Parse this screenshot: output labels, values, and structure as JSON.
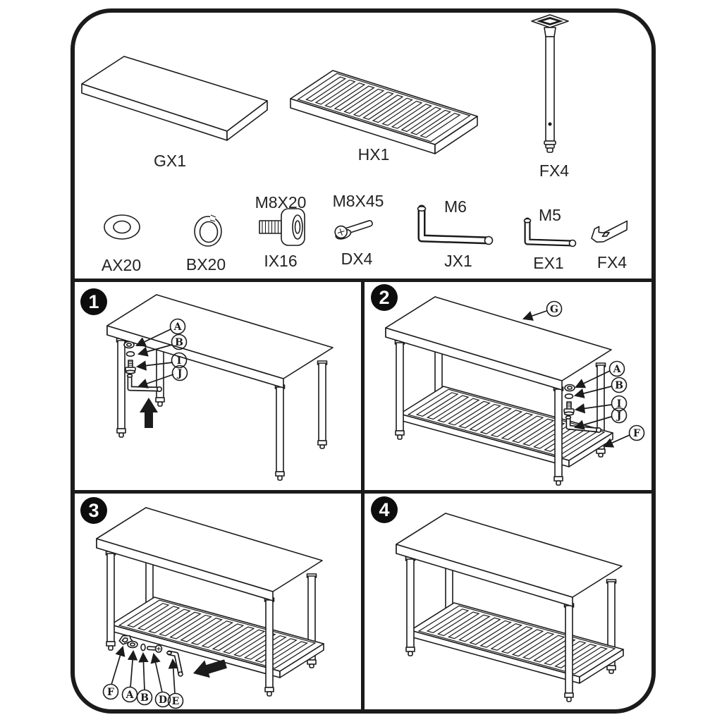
{
  "frame": {
    "stroke": "#1b1b1b",
    "background": "#ffffff"
  },
  "parts_top": [
    {
      "label": "GX1",
      "icon": "tabletop-panel"
    },
    {
      "label": "HX1",
      "icon": "slatted-shelf"
    },
    {
      "label": "FX4",
      "icon": "table-leg"
    }
  ],
  "hardware": [
    {
      "label": "AX20",
      "spec": "",
      "icon": "flat-washer"
    },
    {
      "label": "BX20",
      "spec": "",
      "icon": "spring-washer"
    },
    {
      "label": "IX16",
      "spec": "M8X20",
      "icon": "hex-socket-bolt"
    },
    {
      "label": "DX4",
      "spec": "M8X45",
      "icon": "phillips-bolt"
    },
    {
      "label": "JX1",
      "spec": "M6",
      "icon": "allen-key"
    },
    {
      "label": "EX1",
      "spec": "M5",
      "icon": "allen-key"
    },
    {
      "label": "FX4",
      "spec": "",
      "icon": "wrench"
    }
  ],
  "steps": [
    {
      "number": "1",
      "callouts": {
        "a": "A",
        "b": "B",
        "i": "I",
        "j": "J"
      }
    },
    {
      "number": "2",
      "callouts": {
        "g": "G",
        "a": "A",
        "b": "B",
        "i": "I",
        "j": "J",
        "f": "F"
      }
    },
    {
      "number": "3",
      "callouts": {
        "f": "F",
        "a": "A",
        "b": "B",
        "d": "D",
        "e": "E"
      }
    },
    {
      "number": "4",
      "callouts": {}
    }
  ]
}
